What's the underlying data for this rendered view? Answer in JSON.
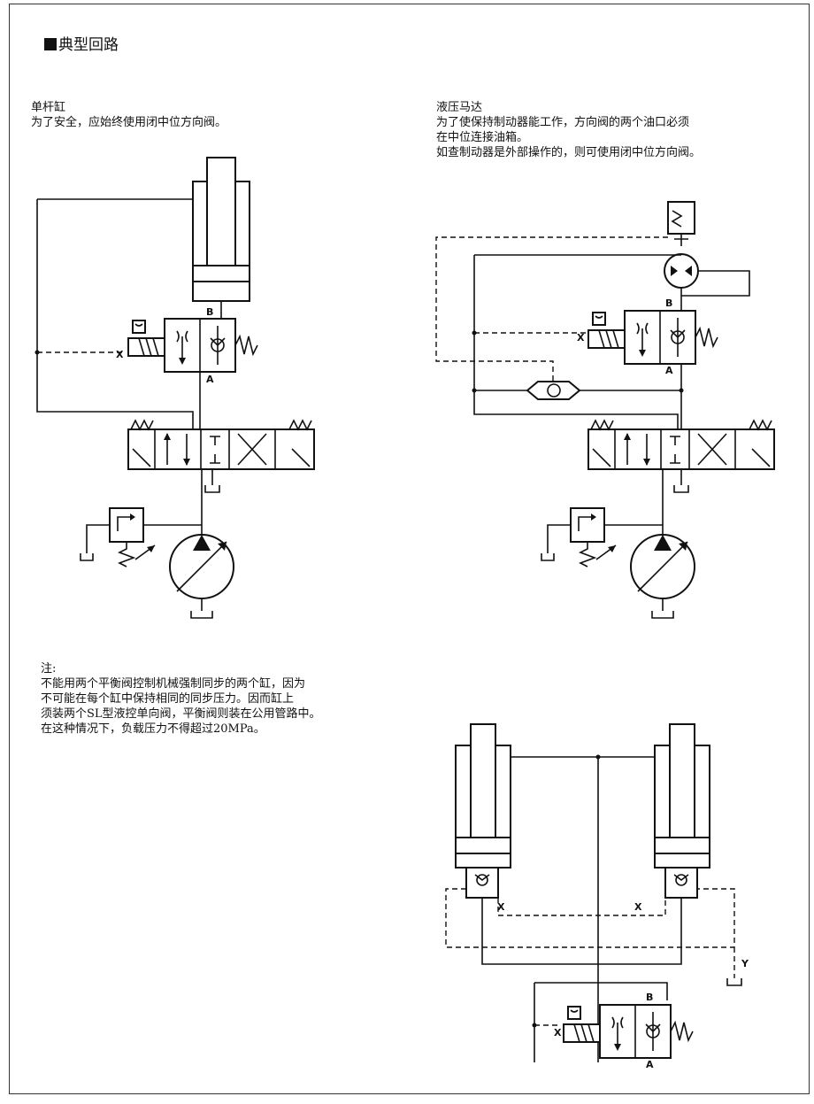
{
  "page": {
    "title": "典型回路"
  },
  "single_rod_cylinder": {
    "heading": "单杆缸",
    "lines": [
      "为了安全，应始终使用闭中位方向阀。"
    ]
  },
  "hydraulic_motor": {
    "heading": "液压马达",
    "lines": [
      "为了使保持制动器能工作，方向阀的两个油口必须",
      "在中位连接油箱。",
      "如查制动器是外部操作的，则可使用闭中位方向阀。"
    ]
  },
  "note": {
    "heading": "注:",
    "lines": [
      "不能用两个平衡阀控制机械强制同步的两个缸，因为",
      "不可能在每个缸中保持相同的同步压力。因而缸上",
      "须装两个SL型液控单向阀，平衡阀则装在公用管路中。",
      "在这种情况下，负载压力不得超过20MPa。"
    ]
  },
  "port_labels": {
    "a": "A",
    "b": "B",
    "x": "X",
    "y": "Y"
  }
}
